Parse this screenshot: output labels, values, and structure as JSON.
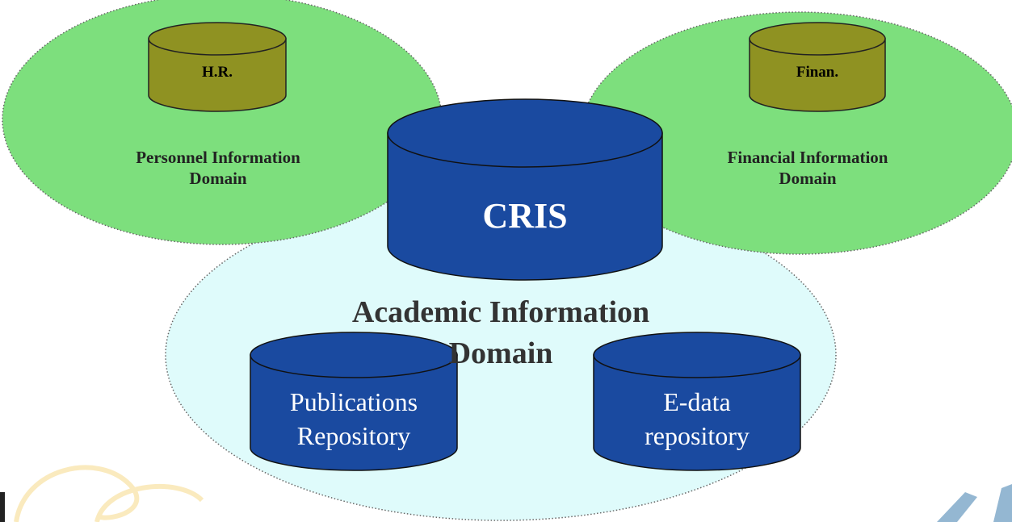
{
  "domains": {
    "personnel": {
      "label_line1": "Personnel Information",
      "label_line2": "Domain"
    },
    "financial": {
      "label_line1": "Financial Information",
      "label_line2": "Domain"
    },
    "academic": {
      "label_line1": "Academic Information",
      "label_line2": "Domain"
    }
  },
  "databases": {
    "hr": "H.R.",
    "finance": "Finan.",
    "cris": "CRIS",
    "publications": {
      "line1": "Publications",
      "line2": "Repository"
    },
    "edata": {
      "line1": "E-data",
      "line2": "repository"
    }
  },
  "colors": {
    "green_domain": "#7ddf7d",
    "academic_domain": "#dffbfb",
    "small_db": "#8f9222",
    "blue_db": "#1a4aa0"
  }
}
